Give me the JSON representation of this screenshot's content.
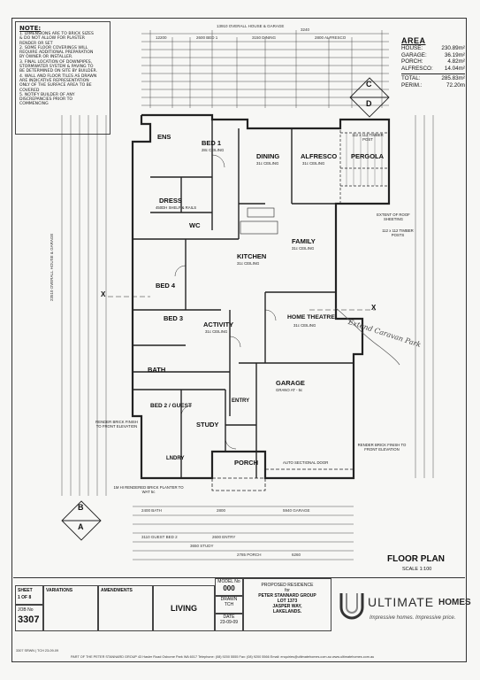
{
  "notes": {
    "heading": "NOTE:",
    "lines": [
      "1. DIMENSIONS ARE TO BRICK SIZES",
      "& DO NOT ALLOW FOR PLASTER",
      "RENDER OR SET",
      "2. SOME FLOOR COVERINGS WILL",
      "REQUIRE ADDITIONAL PREPARATION",
      "BY OWNER OR INSTALLER.",
      "3. FINAL LOCATION OF DOWNPIPES,",
      "STORMWATER SYSTEM & PAVING TO",
      "BE DETERMINED ON SITE BY BUILDER.",
      "4. WALL AND FLOOR TILES AS DRAWN",
      "ARE INDICATIVE REPRESENTATION",
      "ONLY OF THE SURFACE AREA TO BE",
      "COVERED",
      "5. NOTIFY BUILDER OF ANY",
      "DISCREPANCIES PRIOR TO",
      "COMMENCING"
    ]
  },
  "area": {
    "title": "AREA",
    "rows": [
      {
        "label": "HOUSE:",
        "value": "230.89m²"
      },
      {
        "label": "GARAGE:",
        "value": "36.19m²"
      },
      {
        "label": "PORCH:",
        "value": "4.82m²"
      },
      {
        "label": "ALFRESCO:",
        "value": "14.04m²"
      }
    ],
    "total_label": "TOTAL:",
    "total_value": "285.83m²",
    "perim_label": "PERIM.:",
    "perim_value": "72.20m"
  },
  "section_markers": {
    "cd_top": "C",
    "cd_bottom": "D",
    "ba_top": "B",
    "ba_bottom": "A",
    "x_left": "X",
    "x_right": "X"
  },
  "overall": {
    "top_dim": "13910 OVERALL HOUSE & GARAGE",
    "side_dim": "23510 OVERALL HOUSE & GARAGE"
  },
  "rooms": [
    {
      "key": "bed1",
      "name": "BED 1",
      "sub": "28c CEILING"
    },
    {
      "key": "dining",
      "name": "DINING",
      "sub": "31c CEILING"
    },
    {
      "key": "alfresco",
      "name": "ALFRESCO",
      "sub": "31c CEILING"
    },
    {
      "key": "pergola",
      "name": "PERGOLA",
      "sub": ""
    },
    {
      "key": "kitchen",
      "name": "KITCHEN",
      "sub": "31c CEILING"
    },
    {
      "key": "family",
      "name": "FAMILY",
      "sub": "31c CEILING"
    },
    {
      "key": "dress",
      "name": "DRESS",
      "sub": "450DH SHELF & RAILS"
    },
    {
      "key": "ens",
      "name": "ENS",
      "sub": ""
    },
    {
      "key": "wc",
      "name": "WC",
      "sub": ""
    },
    {
      "key": "bed4",
      "name": "BED 4",
      "sub": ""
    },
    {
      "key": "bed3",
      "name": "BED 3",
      "sub": ""
    },
    {
      "key": "activity",
      "name": "ACTIVITY",
      "sub": "31c CEILING"
    },
    {
      "key": "home_theatre",
      "name": "HOME THEATRE",
      "sub": "31c CEILING"
    },
    {
      "key": "bath",
      "name": "BATH",
      "sub": ""
    },
    {
      "key": "garage",
      "name": "GARAGE",
      "sub": "GRANO AT - 5c"
    },
    {
      "key": "bed2",
      "name": "BED 2 / GUEST",
      "sub": ""
    },
    {
      "key": "study",
      "name": "STUDY",
      "sub": ""
    },
    {
      "key": "porch",
      "name": "PORCH",
      "sub": ""
    },
    {
      "key": "entry",
      "name": "ENTRY",
      "sub": ""
    },
    {
      "key": "lndry",
      "name": "LNDRY",
      "sub": ""
    }
  ],
  "labels": {
    "timber_post": "112 x 112 TIMBER POST",
    "roof_extent": "EXTENT OF ROOF SHEETING",
    "timber_posts": "112 x 112 TIMBER POSTS",
    "render_left": "RENDER BRICK FINISH TO FRONT ELEVATION",
    "render_right": "RENDER BRICK FINISH TO FRONT ELEVATION",
    "planter": "1M HI RENDERED BRICK PLANTER TO WAT 5c",
    "auto_door": "AUTO SECTIONAL DOOR",
    "handwritten": "Extend Caravan Park"
  },
  "dims": {
    "top1": "12200",
    "top2": "2600 BED 1",
    "top3": "3150 DINING",
    "top4": "3240",
    "top5": "2800 ALFRESCO",
    "bot1": "2400 BATH",
    "bot2": "2800",
    "bot3": "5940 GARAGE",
    "bot4": "3110 GUEST BED 2",
    "bot5": "2600 ENTRY",
    "bot6": "3650 STUDY",
    "bot7": "2785 PORCH",
    "bot8": "6260"
  },
  "plan_title": "FLOOR PLAN",
  "plan_scale": "SCALE 1:100",
  "title_block": {
    "sheet_label": "SHEET",
    "sheet_value": "1 OF 8",
    "job_label": "JOB No",
    "job_value": "3307",
    "variations_label": "VARIATIONS",
    "amendments_label": "AMENDMENTS",
    "living": "LIVING",
    "model_label": "MODEL No",
    "model_value": "000",
    "drawn_label": "DRAWN",
    "drawn_value": "TCH",
    "date_label": "DATE",
    "date_value": "23-09-09",
    "proposed": "PROPOSED RESIDENCE",
    "for": "for",
    "client": "PETER STANNARD GROUP",
    "lot": "LOT 1373",
    "street": "JASPER WAY,",
    "suburb": "LAKELANDS.",
    "brand_a": "ULTIMATE",
    "brand_b": "HOMES",
    "tagline": "Impressive homes. Impressive price.",
    "footer": "PART OF THE PETER STANNARD GROUP  43 Hasler Road Osborne Park WA 6017  Telephone: (08) 9200 5555  Fax: (08) 9200 5566  Email: enquiries@ultimatehomes.com.au  www.ultimatehomes.com.au",
    "std": "3307 SRWN | TCH 23-09-09"
  },
  "colors": {
    "ink": "#1a1a1a",
    "paper": "#f7f7f5",
    "brand": "#2b2b2b"
  }
}
